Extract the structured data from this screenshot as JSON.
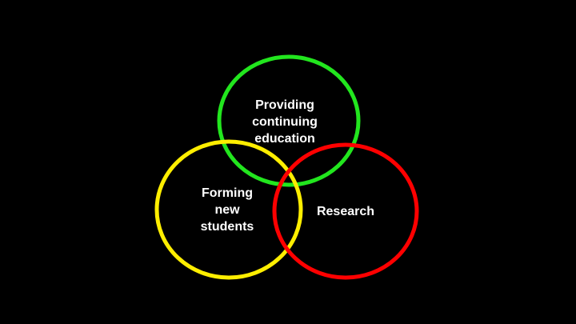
{
  "circles": [
    {
      "label_lines": [
        "Providing",
        "continuing",
        "education"
      ],
      "color": "#22e61e"
    },
    {
      "label_lines": [
        "Forming",
        "new",
        "students"
      ],
      "color": "#ffee00"
    },
    {
      "label_lines": [
        "Research"
      ],
      "color": "#ff0000"
    }
  ]
}
